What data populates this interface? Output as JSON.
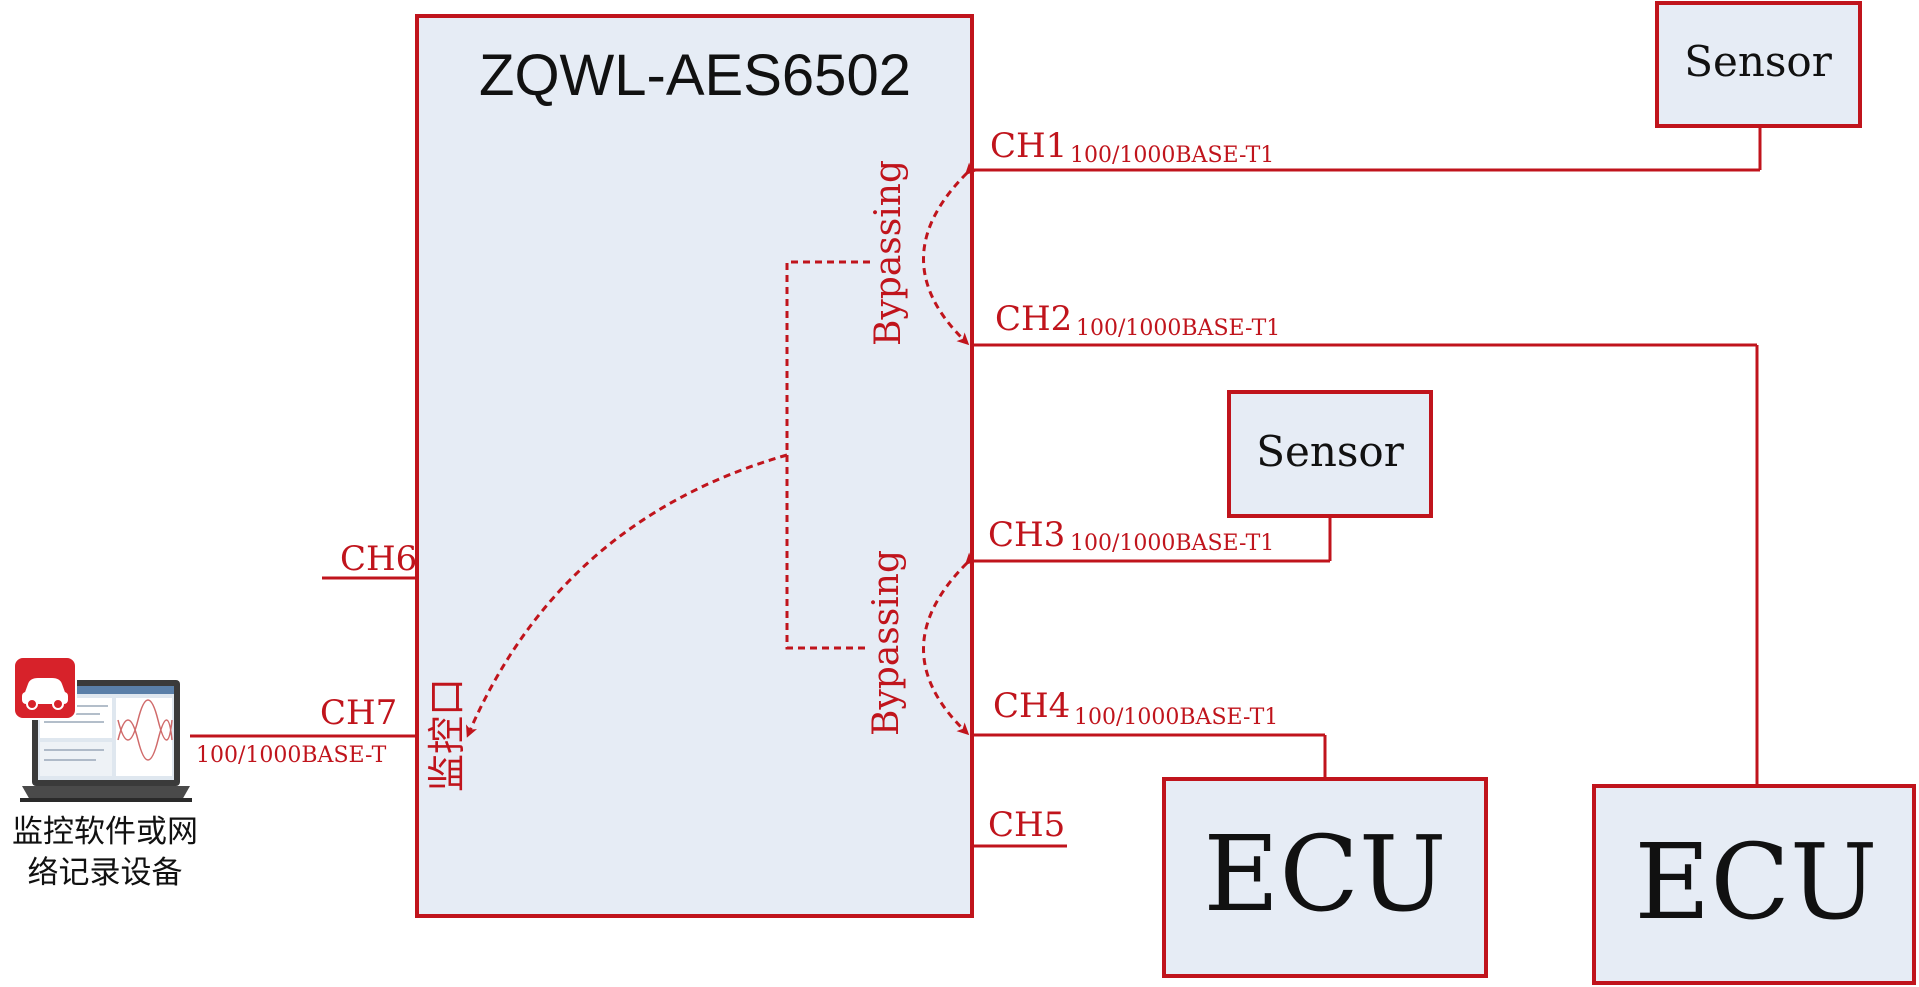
{
  "device": {
    "title": "ZQWL-AES6502",
    "monitor_port_label": "监控口",
    "bypass_label_top": "Bypassing",
    "bypass_label_bottom": "Bypassing"
  },
  "channels": {
    "ch1": {
      "label": "CH1",
      "speed": "100/1000BASE-T1"
    },
    "ch2": {
      "label": "CH2",
      "speed": "100/1000BASE-T1"
    },
    "ch3": {
      "label": "CH3",
      "speed": "100/1000BASE-T1"
    },
    "ch4": {
      "label": "CH4",
      "speed": "100/1000BASE-T1"
    },
    "ch5": {
      "label": "CH5"
    },
    "ch6": {
      "label": "CH6"
    },
    "ch7": {
      "label": "CH7",
      "speed": "100/1000BASE-T"
    }
  },
  "nodes": {
    "sensor_top": "Sensor",
    "sensor_mid": "Sensor",
    "ecu_left": "ECU",
    "ecu_right": "ECU"
  },
  "laptop": {
    "caption_line1": "监控软件或网",
    "caption_line2": "络记录设备",
    "icon": "car-app-laptop-icon"
  },
  "colors": {
    "line": "#c0141c",
    "box_fill": "#e6ecf5",
    "box_stroke": "#c0141c"
  }
}
